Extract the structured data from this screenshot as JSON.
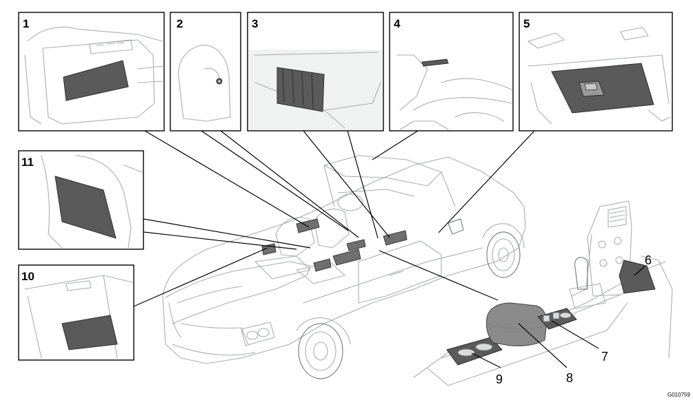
{
  "panels": [
    {
      "number": "1"
    },
    {
      "number": "2"
    },
    {
      "number": "3"
    },
    {
      "number": "4"
    },
    {
      "number": "5"
    },
    {
      "number": "11"
    },
    {
      "number": "10"
    }
  ],
  "callouts": [
    {
      "number": "6"
    },
    {
      "number": "7"
    },
    {
      "number": "8"
    },
    {
      "number": "9"
    }
  ],
  "figure_ref": "G010759",
  "colors": {
    "storage_highlight": "#6f6f6f",
    "line_art": "#a9adb0"
  }
}
